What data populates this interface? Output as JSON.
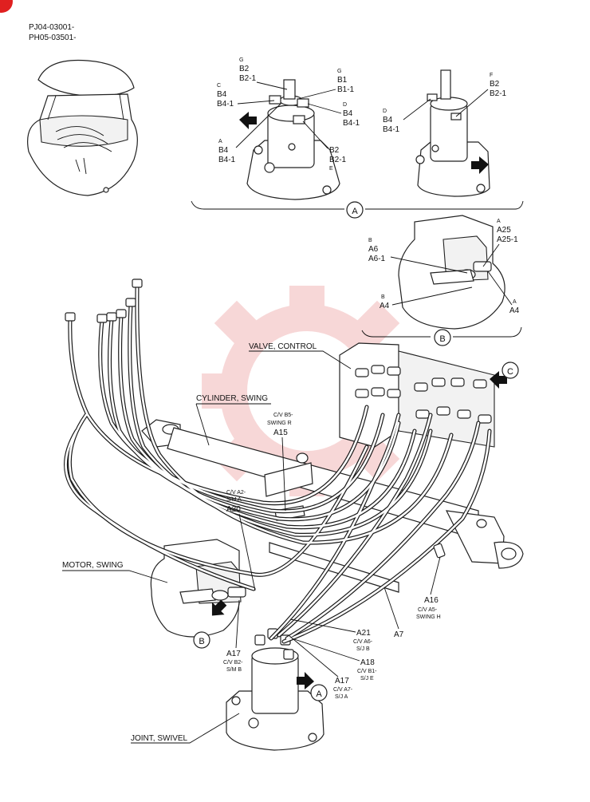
{
  "header": {
    "serial_line_1": "PJ04-03001-",
    "serial_line_2": "PH05-03501-"
  },
  "views": {
    "A": "A",
    "B": "B",
    "C": "C"
  },
  "detail_a_left": {
    "g_letter": "G",
    "g_1": "B2",
    "g_2": "B2-1",
    "c_letter": "C",
    "c_1": "B4",
    "c_2": "B4-1",
    "g2_letter": "G",
    "g2_1": "B1",
    "g2_2": "B1-1",
    "d_letter": "D",
    "d_1": "B4",
    "d_2": "B4-1",
    "a_letter": "A",
    "a_1": "B4",
    "a_2": "B4-1",
    "e_1": "B2",
    "e_2": "B2-1",
    "e_letter": "E"
  },
  "detail_a_right": {
    "f_letter": "F",
    "f_1": "B2",
    "f_2": "B2-1",
    "d_letter": "D",
    "d_1": "B4",
    "d_2": "B4-1"
  },
  "detail_b": {
    "b_letter": "B",
    "b_1": "A6",
    "b_2": "A6-1",
    "a_letter": "A",
    "a_1": "A25",
    "a_2": "A25-1",
    "b2_letter": "B",
    "b2_1": "A4",
    "a2_letter": "A",
    "a2_1": "A4"
  },
  "main": {
    "valve_control": "VALVE, CONTROL",
    "cylinder_swing": "CYLINDER, SWING",
    "motor_swing": "MOTOR, SWING",
    "joint_swivel": "JOINT, SWIVEL",
    "a15_note1": "C/V B5-",
    "a15_note2": "SWING R",
    "a15": "A15",
    "a20_note1": "C/V A2-",
    "a20_note2": "S/M A",
    "a20": "A20",
    "a16": "A16",
    "a16_note1": "C/V A5-",
    "a16_note2": "SWING H",
    "a7": "A7",
    "a21": "A21",
    "a21_note1": "C/V A6-",
    "a21_note2": "S/J B",
    "a18": "A18",
    "a18_note1": "C/V B1-",
    "a18_note2": "S/J E",
    "a17_left": "A17",
    "a17_left_note1": "C/V B2-",
    "a17_left_note2": "S/M B",
    "a17_right": "A17",
    "a17_right_note1": "C/V A7-",
    "a17_right_note2": "S/J A"
  },
  "colors": {
    "watermark": "#f2b8b8",
    "corner_badge": "#e02020"
  }
}
